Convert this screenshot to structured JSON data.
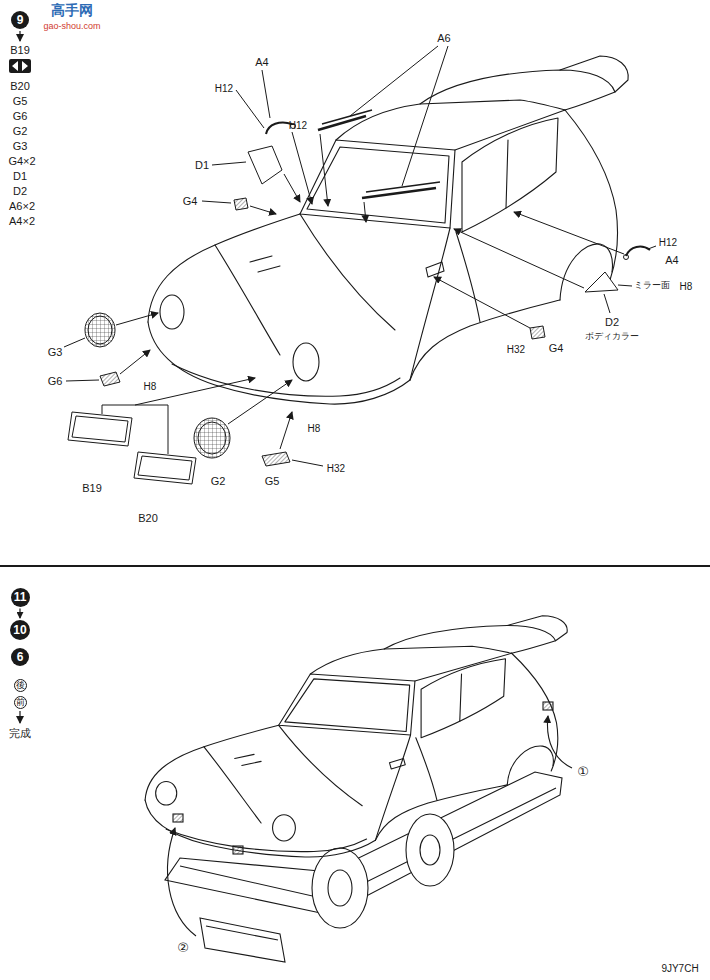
{
  "diagram": {
    "nodes": [
      {
        "text": [
          "9"
        ]
      },
      {
        "text": [
          "11"
        ]
      },
      {
        "text": [
          "10"
        ]
      },
      {
        "text": [
          "6"
        ]
      },
      {
        "text": [
          "後"
        ]
      },
      {
        "text": [
          "前"
        ]
      }
    ],
    "edges": [
      {
        "from": 1,
        "to": 2,
        "arrow": "to"
      }
    ],
    "labels": [
      "高手网",
      "gao-shou.com",
      "B19",
      "B20",
      "G5",
      "G6",
      "G2",
      "G3",
      "G4×2",
      "D1",
      "D2",
      "A6×2",
      "A4×2",
      "A4",
      "H12",
      "A6",
      "H12",
      "D1",
      "G4",
      "H12",
      "A4",
      "ミラー面",
      "H8",
      "D2",
      "ボディカラー",
      "G4",
      "H32",
      "G3",
      "G6",
      "H8",
      "H8",
      "B19",
      "G2",
      "B20",
      "G5",
      "H32",
      "完成",
      "①",
      "②",
      "9JY7CH"
    ]
  }
}
